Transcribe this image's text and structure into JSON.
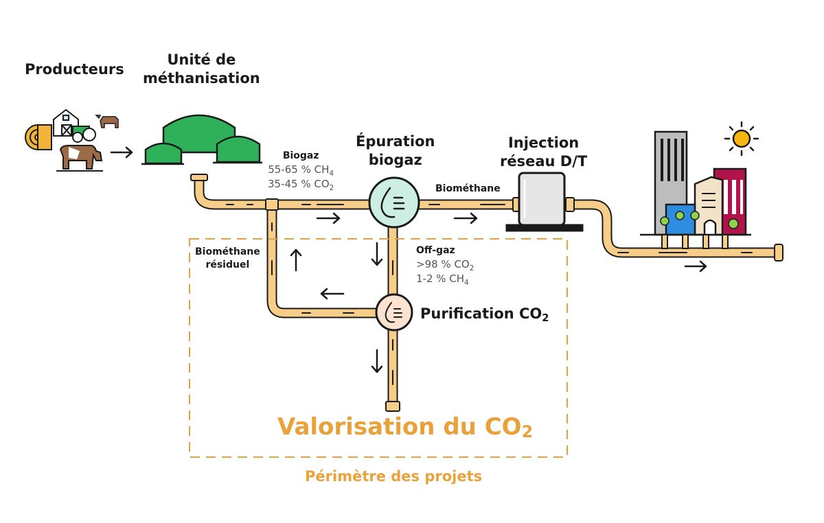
{
  "nodes": {
    "producteurs": "Producteurs",
    "methanisation_1": "Unité de",
    "methanisation_2": "méthanisation",
    "epuration_1": "Épuration",
    "epuration_2": "biogaz",
    "injection_1": "Injection",
    "injection_2": "réseau D/T",
    "purification": "Purification CO",
    "purification_sub": "2"
  },
  "flows": {
    "biogaz": "Biogaz",
    "biogaz_ch4": "55-65 % CH",
    "biogaz_ch4_sub": "4",
    "biogaz_co2": "35-45 % CO",
    "biogaz_co2_sub": "2",
    "biomethane": "Biométhane",
    "offgaz": "Off-gaz",
    "offgaz_co2": ">98 % CO",
    "offgaz_co2_sub": "2",
    "offgaz_ch4": "1-2 % CH",
    "offgaz_ch4_sub": "4",
    "residuel_1": "Biométhane",
    "residuel_2": "résiduel"
  },
  "perimeter": {
    "valorisation": "Valorisation du CO",
    "valorisation_sub": "2",
    "label": "Périmètre des projets"
  },
  "colors": {
    "pipe": "#f7cd8a",
    "pipe_outline": "#1a1a1a",
    "accent_orange": "#e9a23a",
    "digester_green": "#2fb15a",
    "epuration_fill": "#cdeee3",
    "purification_fill": "#fbe2d1",
    "building_red": "#b0144a",
    "building_blue": "#2e8de0",
    "sun_yellow": "#f5b70f"
  },
  "icons": [
    "hay-bale-icon",
    "barn-icon",
    "tractor-icon",
    "cow-icon",
    "digester-icon",
    "water-drop-icon",
    "injection-station-icon",
    "city-icon",
    "sun-icon"
  ]
}
